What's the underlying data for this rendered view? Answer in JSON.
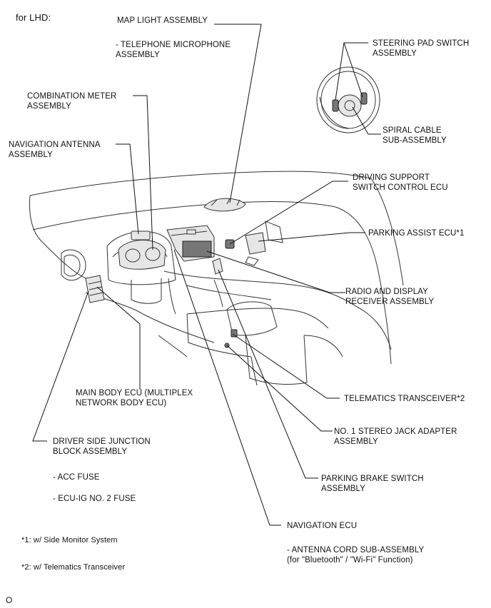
{
  "header": {
    "title": "for LHD:"
  },
  "labels": {
    "map_light": [
      "MAP LIGHT ASSEMBLY"
    ],
    "telephone_mic": [
      "- TELEPHONE MICROPHONE",
      "ASSEMBLY"
    ],
    "steering_pad": [
      "STEERING PAD SWITCH",
      "ASSEMBLY"
    ],
    "combination_meter": [
      "COMBINATION METER",
      "ASSEMBLY"
    ],
    "spiral_cable": [
      "SPIRAL CABLE",
      "SUB-ASSEMBLY"
    ],
    "nav_antenna": [
      "NAVIGATION ANTENNA",
      "ASSEMBLY"
    ],
    "driving_support": [
      "DRIVING SUPPORT",
      "SWITCH CONTROL ECU"
    ],
    "parking_assist": [
      "PARKING ASSIST ECU*1"
    ],
    "radio_display": [
      "RADIO AND DISPLAY",
      "RECEIVER ASSEMBLY"
    ],
    "main_body_ecu": [
      "MAIN BODY ECU (MULTIPLEX",
      "NETWORK BODY ECU)"
    ],
    "telematics": [
      "TELEMATICS TRANSCEIVER*2"
    ],
    "driver_jb": [
      "DRIVER SIDE JUNCTION",
      "BLOCK ASSEMBLY"
    ],
    "stereo_jack": [
      "NO. 1 STEREO JACK ADAPTER",
      "ASSEMBLY"
    ],
    "acc_fuse": [
      "- ACC FUSE"
    ],
    "parking_brake": [
      "PARKING BRAKE SWITCH",
      "ASSEMBLY"
    ],
    "ecu_ig_fuse": [
      "- ECU-IG NO. 2 FUSE"
    ],
    "navigation_ecu": [
      "NAVIGATION ECU"
    ],
    "antenna_cord": [
      "- ANTENNA CORD SUB-ASSEMBLY",
      "(for \"Bluetooth\" / \"Wi-Fi\" Function)"
    ]
  },
  "footnotes": {
    "note1": "*1: w/ Side Monitor System",
    "note2": "*2: w/ Telematics Transceiver"
  },
  "figure_id": "O"
}
